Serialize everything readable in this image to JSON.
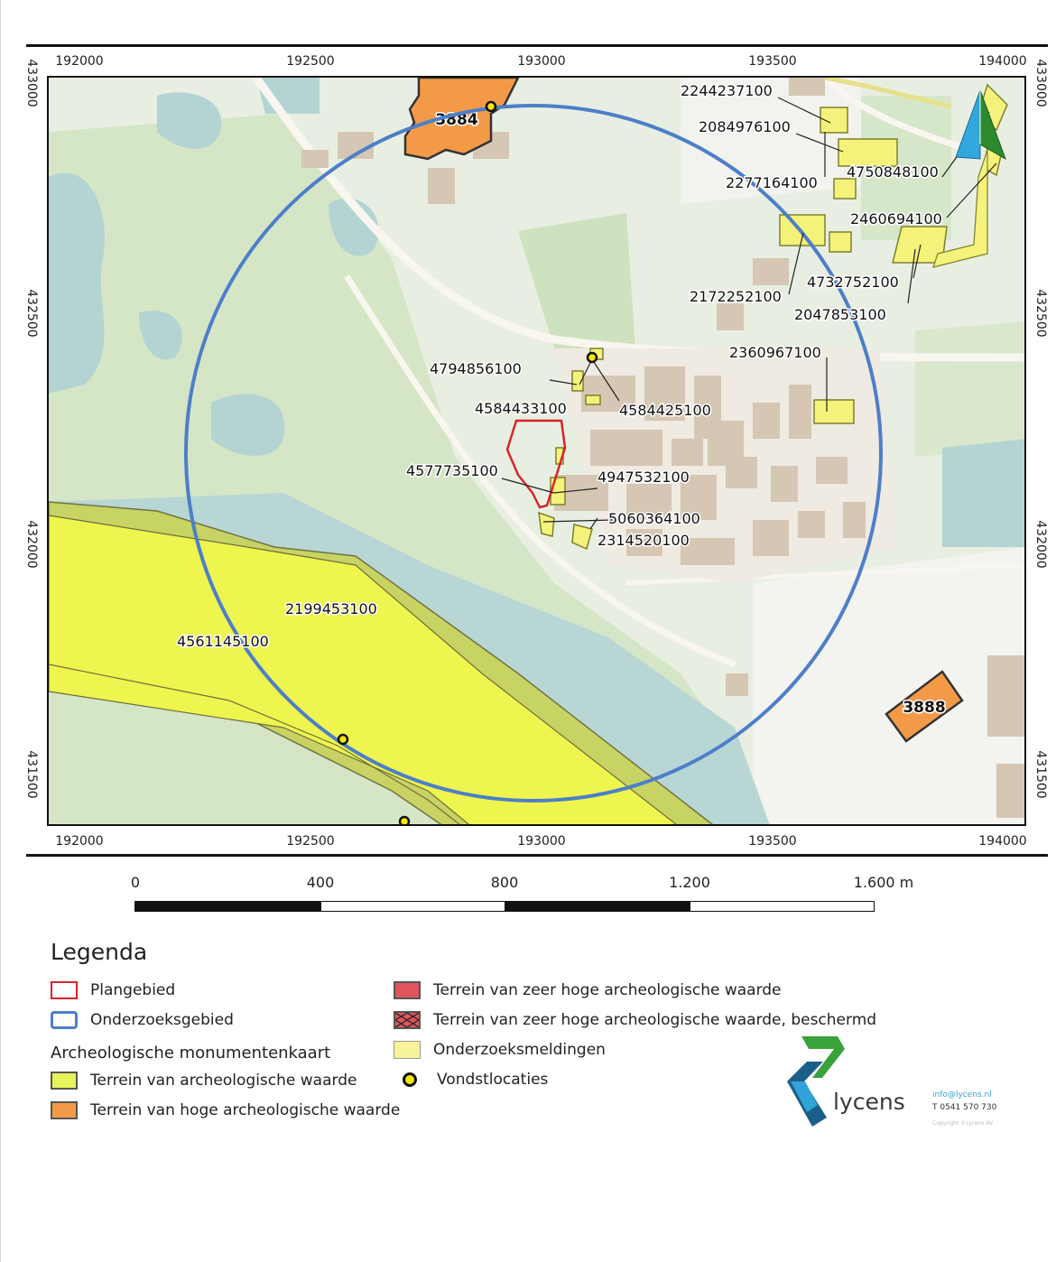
{
  "map": {
    "x_ticks": [
      "192000",
      "192500",
      "193000",
      "193500",
      "194000"
    ],
    "y_ticks": [
      "433000",
      "432500",
      "432000",
      "431500"
    ],
    "monuments": [
      {
        "label": "3884",
        "value_class": "hoog"
      },
      {
        "label": "3888",
        "value_class": "hoog"
      }
    ],
    "report_labels": [
      "2244237100",
      "2084976100",
      "4750848100",
      "2277164100",
      "2460694100",
      "4732752100",
      "2172252100",
      "2047853100",
      "2360967100",
      "4794856100",
      "4584433100",
      "4584425100",
      "4577735100",
      "4947532100",
      "5060364100",
      "2314520100",
      "2199453100",
      "4561145100"
    ],
    "colors": {
      "base": "#e8efe2",
      "green": "#d3e5c4",
      "water": "#b3d4d3",
      "building": "#d5c7b3",
      "yellow_zone": "#eef56a",
      "yellow_zone_dark": "#c8d35e",
      "orange": "#f39a48",
      "report_fill": "#f4f27a",
      "plan_red": "#d8242b",
      "study_blue": "#4d7fc9"
    }
  },
  "north_arrow": {
    "icon": "north-arrow-icon"
  },
  "scale": {
    "labels": [
      "0",
      "400",
      "800",
      "1.200",
      "1.600 m"
    ]
  },
  "legend": {
    "title": "Legenda",
    "plangebied": "Plangebied",
    "onderzoeksgebied": "Onderzoeksgebied",
    "amk_header": "Archeologische monumentenkaart",
    "terrein_waarde": "Terrein van archeologische waarde",
    "terrein_hoog": "Terrein van hoge archeologische waarde",
    "terrein_zeer_hoog": "Terrein van zeer hoge archeologische waarde",
    "terrein_zeer_hoog_beschermd": "Terrein van zeer hoge archeologische waarde, beschermd",
    "onderzoeksmeldingen": "Onderzoeksmeldingen",
    "vondstlocaties": "Vondstlocaties",
    "swatch_colors": {
      "plangebied": "#d8242b",
      "onderzoeksgebied": "#4d7fc9",
      "waarde": "#e8f25a",
      "hoog": "#f39a48",
      "zeer_hoog": "#e0555c",
      "meldingen": "#f8f39a"
    }
  },
  "logo": {
    "name": "lycens",
    "email": "info@lycens.nl",
    "phone": "T 0541 570 730",
    "copyright": "Copyright ©Lycens AV"
  }
}
